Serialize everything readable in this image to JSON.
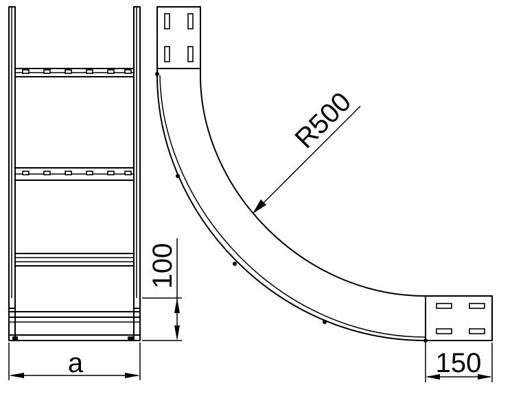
{
  "dimensions": {
    "width_label": "a",
    "height_label": "100",
    "radius_label": "R500",
    "end_length_label": "150"
  },
  "colors": {
    "line": "#000000",
    "background": "#ffffff"
  }
}
